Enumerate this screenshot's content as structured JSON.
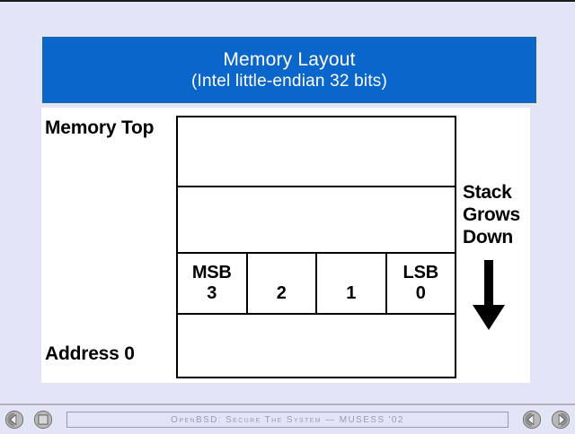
{
  "slide": {
    "title_line1": "Memory Layout",
    "title_line2": "(Intel little-endian 32 bits)",
    "banner_color": "#0b66cc",
    "banner_border_color": "#f2e9b0",
    "page_background": "#e4e4f8",
    "panel_background": "#ffffff"
  },
  "diagram": {
    "top_label": "Memory Top",
    "bottom_label": "Address 0",
    "rows": [
      {
        "kind": "empty",
        "cells": []
      },
      {
        "kind": "empty",
        "cells": []
      },
      {
        "kind": "bytes",
        "cells": [
          {
            "tag": "MSB",
            "num": "3"
          },
          {
            "tag": "",
            "num": "2"
          },
          {
            "tag": "",
            "num": "1"
          },
          {
            "tag": "LSB",
            "num": "0"
          }
        ]
      },
      {
        "kind": "empty",
        "cells": []
      }
    ],
    "stack_note": {
      "line1": "Stack",
      "line2": "Grows",
      "line3": "Down",
      "arrow_direction": "down",
      "arrow_color": "#000000"
    }
  },
  "controls": {
    "status_text": "OpenBSD: Secure The System — MUSESS '02",
    "buttons": [
      {
        "name": "previous-slide-button",
        "icon": "circle-left-arrow-icon"
      },
      {
        "name": "stop-button",
        "icon": "circle-square-icon"
      },
      {
        "name": "back-button",
        "icon": "circle-left-arrow-icon"
      },
      {
        "name": "next-slide-button",
        "icon": "circle-right-arrow-icon"
      }
    ]
  }
}
